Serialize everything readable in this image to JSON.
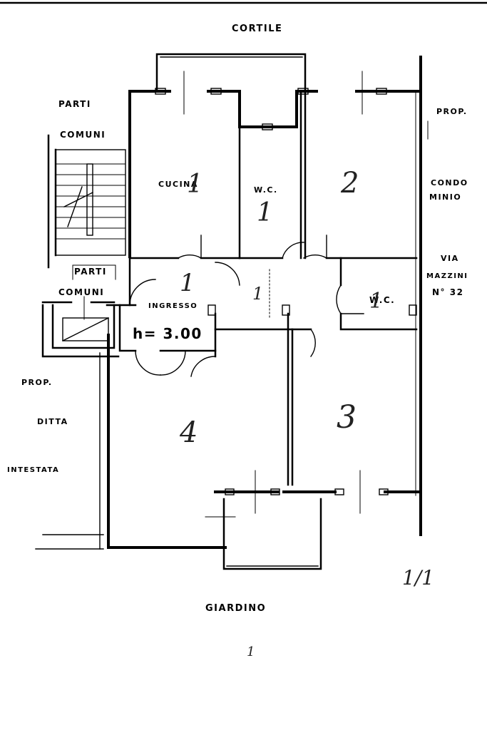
{
  "labels": {
    "cortile": "CORTILE",
    "giardino": "GIARDINO",
    "parti_comuni_top_1": "PARTI",
    "parti_comuni_top_2": "COMUNI",
    "parti_comuni_mid_1": "PARTI",
    "parti_comuni_mid_2": "COMUNI",
    "prop_condominio_1": "PROP.",
    "prop_condominio_2": "CONDO",
    "prop_condominio_3": "MINIO",
    "via_1": "VIA",
    "via_2": "MAZZINI",
    "via_3": "N° 32",
    "prop_ditta_1": "PROP.",
    "prop_ditta_2": "DITTA",
    "prop_ditta_3": "INTESTATA",
    "cucina": "CUCINA",
    "wc_1": "W.C.",
    "wc_2": "W.C.",
    "ingresso": "INGRESSO",
    "height": "h= 3.00"
  },
  "room_numbers": {
    "cucina": "1",
    "wc_1": "1",
    "ingresso": "1",
    "room_2": "2",
    "corridor": "1",
    "wc_2": "1",
    "room_3": "3",
    "room_4": "4",
    "corner_mark": "1/1",
    "bottom_mark": "1"
  }
}
